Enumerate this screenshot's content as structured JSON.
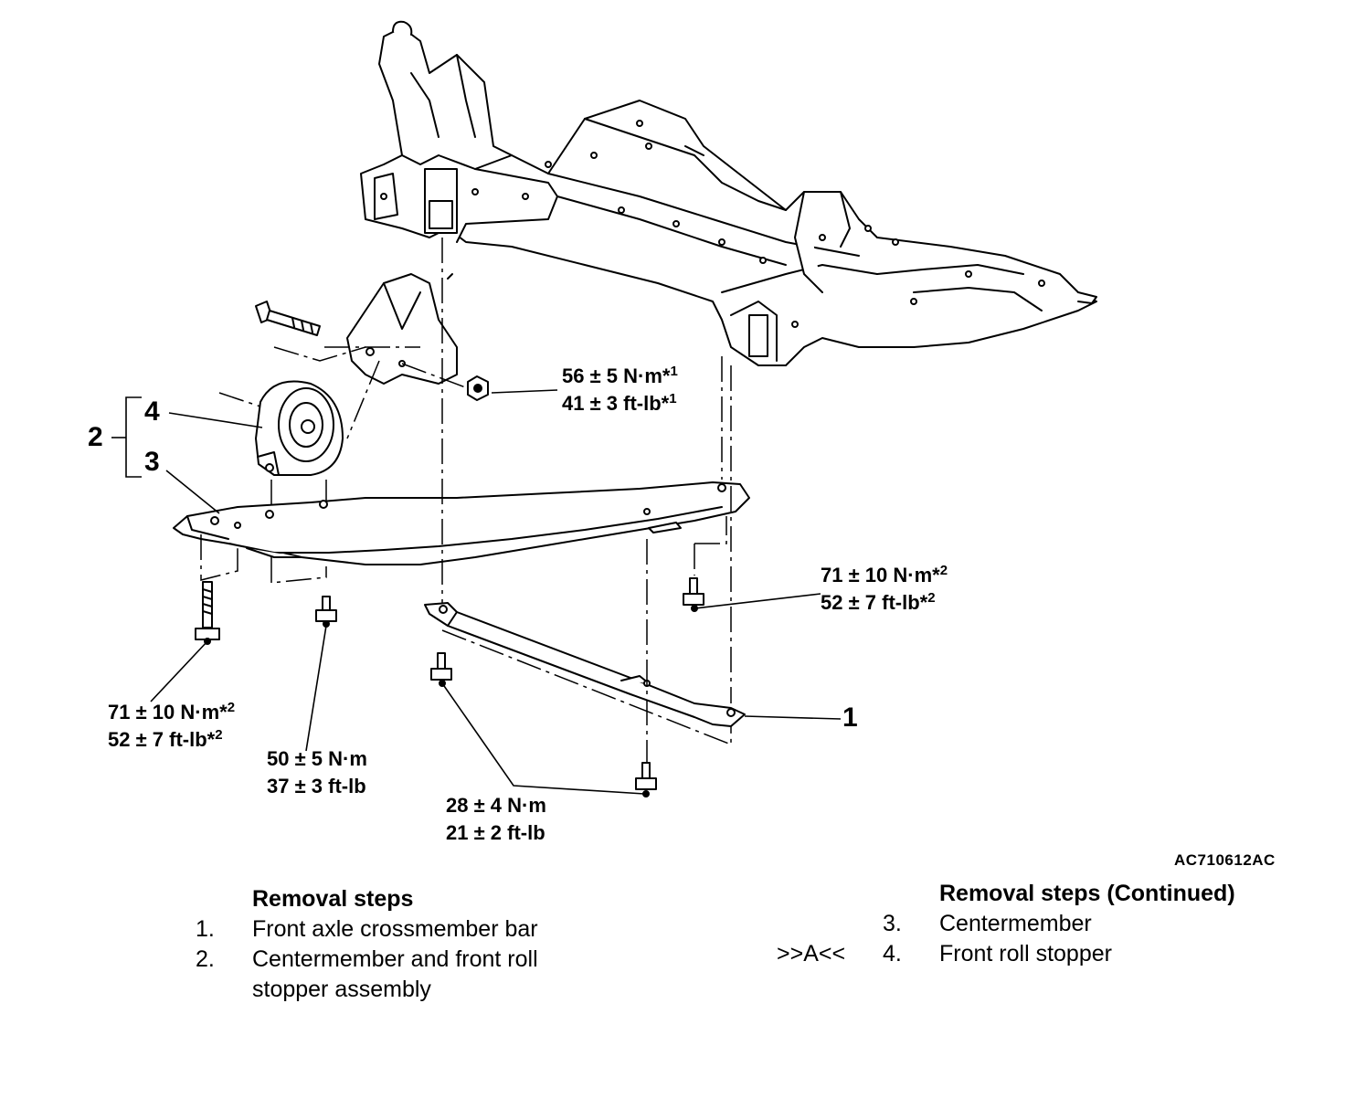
{
  "torques": {
    "t1": {
      "nm": "56 ± 5 N·m*",
      "nm_sup": "1",
      "ft": "41 ± 3 ft-lb*",
      "ft_sup": "1"
    },
    "t2": {
      "nm": "71 ± 10 N·m*",
      "nm_sup": "2",
      "ft": "52 ± 7 ft-lb*",
      "ft_sup": "2"
    },
    "t3": {
      "nm": "71 ± 10 N·m*",
      "nm_sup": "2",
      "ft": "52 ± 7 ft-lb*",
      "ft_sup": "2"
    },
    "t4": {
      "nm": "50 ± 5 N·m",
      "ft": "37 ± 3 ft-lb"
    },
    "t5": {
      "nm": "28 ± 4 N·m",
      "ft": "21 ± 2 ft-lb"
    }
  },
  "callouts": {
    "c1": "1",
    "c2": "2",
    "c3": "3",
    "c4": "4"
  },
  "figure_code": "AC710612AC",
  "removal_left": {
    "title": "Removal steps",
    "steps": [
      {
        "num": "1.",
        "text": "Front axle crossmember bar"
      },
      {
        "num": "2.",
        "text": "Centermember and front roll",
        "text2": "stopper assembly"
      }
    ]
  },
  "removal_right": {
    "title": "Removal steps (Continued)",
    "steps": [
      {
        "ref": "",
        "num": "3.",
        "text": "Centermember"
      },
      {
        "ref": ">>A<<",
        "num": "4.",
        "text": "Front roll stopper"
      }
    ]
  }
}
